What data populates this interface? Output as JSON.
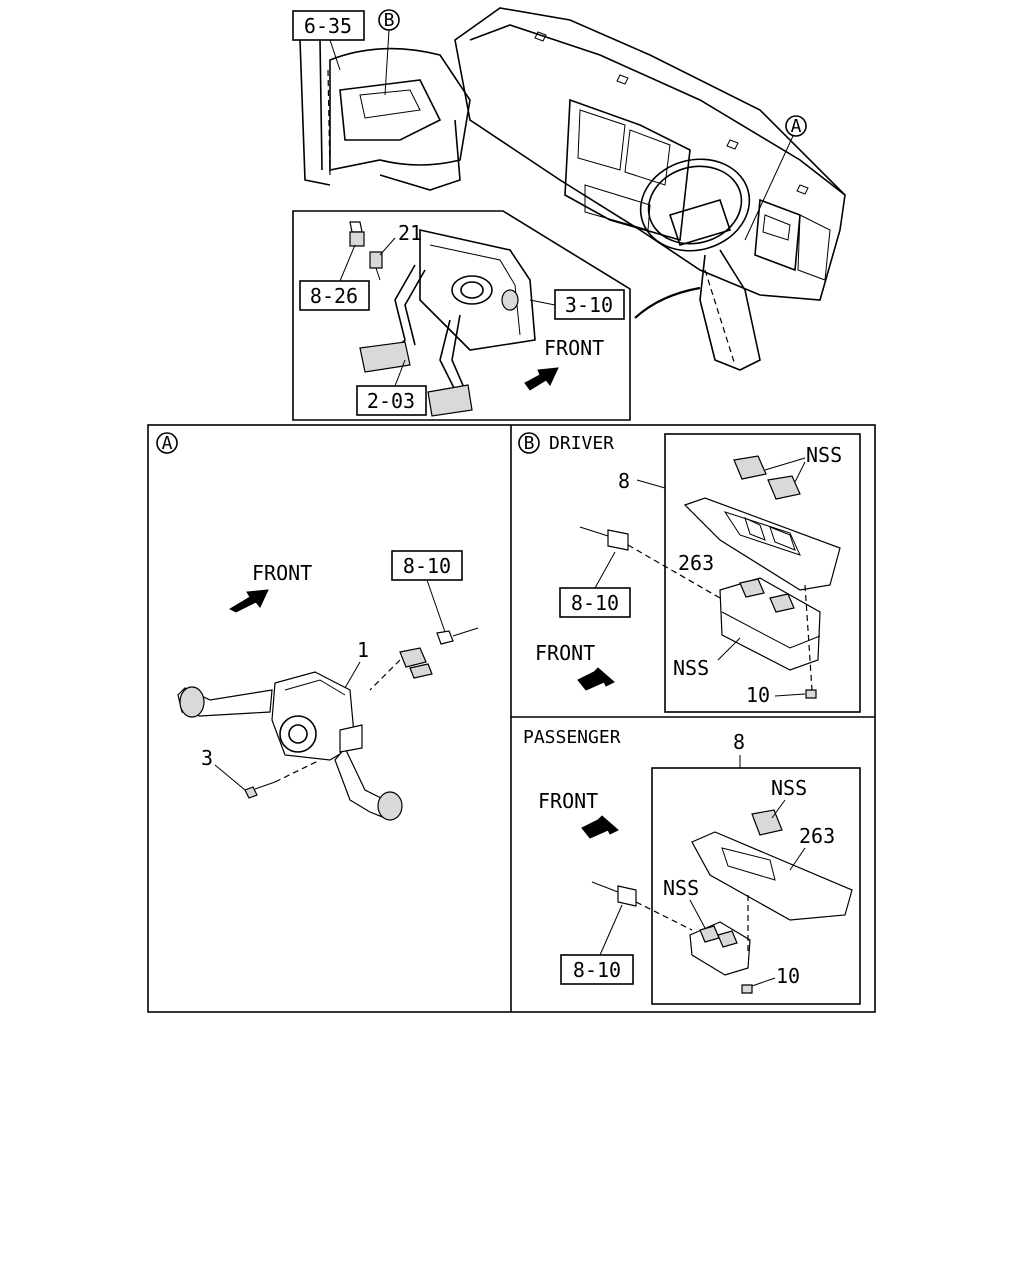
{
  "callouts": {
    "ref_6_35": "6-35",
    "ref_8_26": "8-26",
    "ref_3_10": "3-10",
    "ref_2_03": "2-03",
    "ref_8_10_a": "8-10",
    "ref_8_10_driver": "8-10",
    "ref_8_10_passenger": "8-10"
  },
  "markers": {
    "A": "A",
    "B": "B"
  },
  "overview": {
    "part_21": "21",
    "front": "FRONT"
  },
  "panel_a": {
    "front": "FRONT",
    "part_1": "1",
    "part_3": "3"
  },
  "panel_b": {
    "driver_title": "DRIVER",
    "passenger_title": "PASSENGER",
    "driver": {
      "part_8": "8",
      "nss_top": "NSS",
      "part_263": "263",
      "nss_bottom": "NSS",
      "part_10": "10",
      "front": "FRONT"
    },
    "passenger": {
      "part_8": "8",
      "nss_top": "NSS",
      "part_263": "263",
      "nss_bottom": "NSS",
      "part_10": "10",
      "front": "FRONT"
    }
  }
}
